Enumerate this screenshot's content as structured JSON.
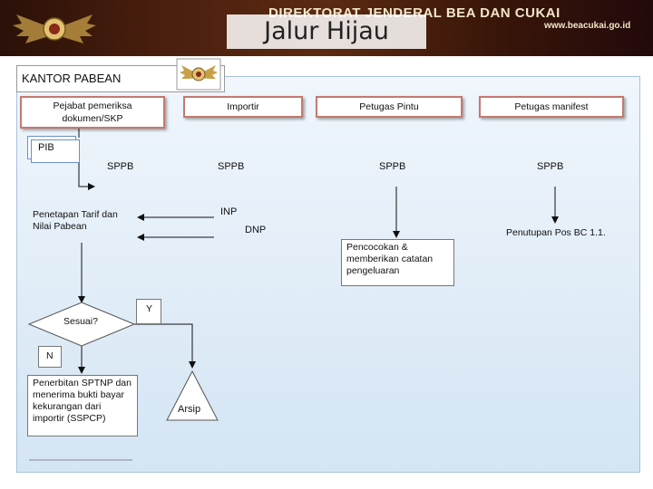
{
  "banner": {
    "text": "DIREKTORAT JENDERAL BEA DAN CUKAI",
    "url": "www.beacukai.go.id"
  },
  "title": "Jalur Hijau",
  "section_label": "KANTOR PABEAN",
  "lanes": {
    "pejabat": "Pejabat pemeriksa dokumen/SKP",
    "importir": "Importir",
    "petugas_pintu": "Petugas Pintu",
    "petugas_manifest": "Petugas manifest"
  },
  "documents": {
    "pib": "PIB",
    "sppb_1": "SPPB",
    "sppb_2": "SPPB",
    "sppb_3": "SPPB",
    "sppb_4": "SPPB",
    "inp": "INP",
    "dnp": "DNP"
  },
  "processes": {
    "penetapan": "Penetapan Tarif dan Nilai Pabean",
    "pencocokan": "Pencocokan & memberikan catatan pengeluaran",
    "penutupan": "Penutupan Pos BC 1.1.",
    "penerbitan": "Penerbitan SPTNP dan menerima bukti bayar kekurangan dari importir (SSPCP)"
  },
  "decision": {
    "question": "Sesuai?",
    "yes": "Y",
    "no": "N"
  },
  "terminal": {
    "arsip": "Arsip"
  },
  "colors": {
    "box_border": "#c47a6e",
    "panel": "#dce9f5",
    "doc_border": "#6b8fd0"
  }
}
